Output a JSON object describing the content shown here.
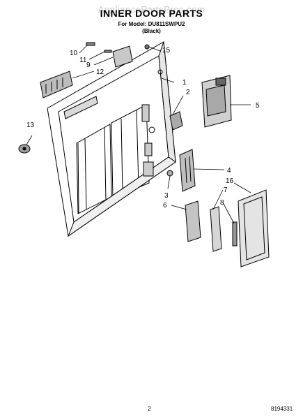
{
  "watermark": "AppliancePartsPros.com",
  "title": "INNER DOOR PARTS",
  "model_line": "For Model: DU811SWPU2",
  "color_line": "(Black)",
  "callouts": [
    "1",
    "2",
    "3",
    "4",
    "5",
    "6",
    "7",
    "8",
    "9",
    "10",
    "11",
    "12",
    "13",
    "15",
    "16"
  ],
  "footer": {
    "page": "2",
    "doc_number": "8194331"
  }
}
